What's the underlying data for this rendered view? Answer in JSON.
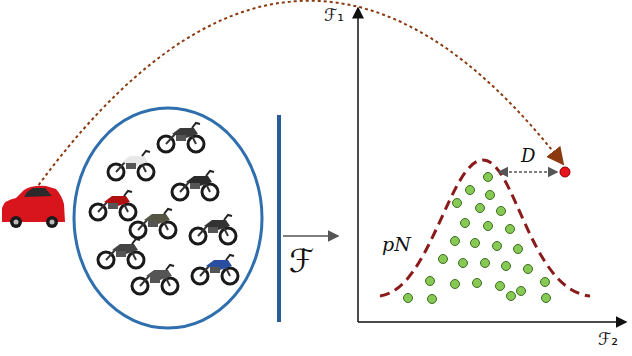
{
  "diagram": {
    "labels": [
      "ℱ",
      "ℱ₁",
      "ℱ₂",
      "pN",
      "D"
    ]
  }
}
